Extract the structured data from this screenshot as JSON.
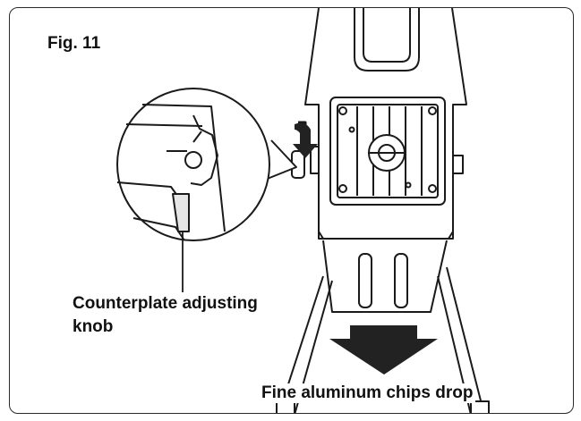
{
  "figure": {
    "label": "Fig. 11",
    "callouts": {
      "knob_line1": "Counterplate adjusting",
      "knob_line2": "knob",
      "chips": "Fine aluminum chips drop"
    },
    "icons": {
      "arrow_down": "down-arrow-icon",
      "rotate": "rotate-arrow-icon"
    },
    "colors": {
      "line": "#1a1a1a",
      "fill_gray": "#e6e6e6",
      "arrow": "#222222"
    }
  }
}
